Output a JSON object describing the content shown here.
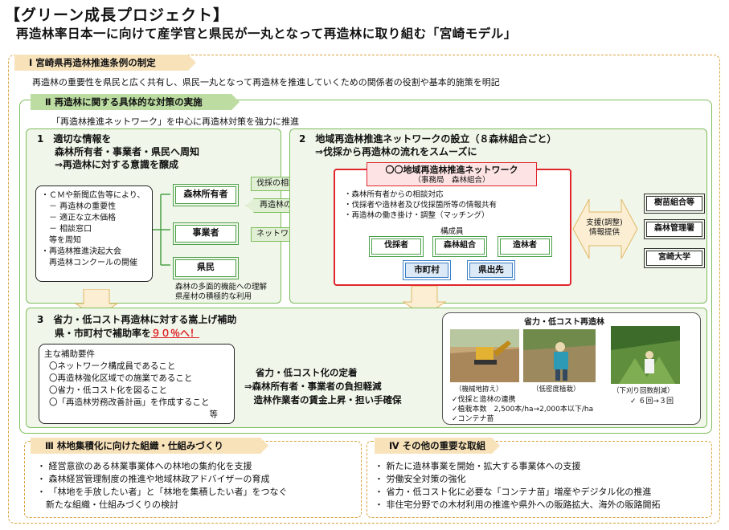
{
  "header": {
    "title": "【グリーン成長プロジェクト】",
    "subtitle": "再造林率日本一に向けて産学官と県民が一丸となって再造林に取り組む「宮崎モデル」"
  },
  "sec1": {
    "tag": "Ⅰ 宮崎県再造林推進条例の制定",
    "desc": "再造林の重要性を県民と広く共有し、県民一丸となって再造林を推進していくための関係者の役割や基本的施策を明記"
  },
  "sec2": {
    "tag": "Ⅱ 再造林に関する具体的な対策の実施",
    "intro": "「再造林推進ネットワーク」を中心に再造林対策を強力に推進",
    "p1": {
      "h1": "1　適切な情報を",
      "h2": "森林所有者・事業者・県民へ周知",
      "h3": "⇒再造林に対する意識を醸成",
      "list": [
        "・ＣＭや新聞広告等により、",
        "　－ 再造林の重要性",
        "　－ 適正な立木価格",
        "　－ 相談窓口",
        "　等を周知",
        "・再造林推進決起大会",
        "　再造林コンクールの開催"
      ],
      "btns": [
        "森林所有者",
        "事業者",
        "県民"
      ],
      "note1": "森林の多面的機能への理解",
      "note2": "県産材の積極的な利用"
    },
    "arrows": {
      "a1": "伐採の相談",
      "a2": "再造林の提案",
      "a3": "ネットワーク参加"
    },
    "p2": {
      "h1": "2　地域再造林推進ネットワークの設立（８森林組合ごと）",
      "h2": "⇒伐採から再造林の流れをスムーズに",
      "net_title": "〇〇地域再造林推進ネットワーク",
      "net_sub": "（事務局　森林組合）",
      "items": [
        "・森林所有者からの相談対応",
        "・伐採者や造林者及び伐採箇所等の情報共有",
        "・再造林の働き掛け・調整（マッチング）"
      ],
      "members_label": "構成員",
      "members": [
        "伐採者",
        "森林組合",
        "造林者"
      ],
      "gov": [
        "市町村",
        "県出先"
      ],
      "support": "支援(調整)",
      "support2": "情報提供",
      "partners": [
        "樹苗組合等",
        "森林管理署",
        "宮崎大学"
      ]
    },
    "p3": {
      "h1": "3　省力・低コスト再造林に対する嵩上げ補助",
      "h2a": "県・市町村で補助率を",
      "h2b": "９０％へ！",
      "req_title": "主な補助要件",
      "reqs": [
        "〇ネットワーク構成員であること",
        "〇再造林強化区域での施業であること",
        "〇省力・低コスト化を図ること",
        "〇「再造林労務改善計画」を作成すること"
      ],
      "req_etc": "等",
      "eff1": "省力・低コスト化の定着",
      "eff2": "⇒森林所有者・事業者の負担軽減",
      "eff3": "　造林作業者の賃金上昇・担い手確保",
      "photo_title": "省力・低コスト再造林",
      "captions": [
        "（機械地拵え）",
        "（低密度植栽）",
        "（下刈り回数削減）"
      ],
      "bul": [
        "✓伐採と造林の連携",
        "✓植栽本数　2,500本/ha→2,000本以下/ha",
        "✓コンテナ苗"
      ],
      "mow": "✓ ６回→３回"
    }
  },
  "sec3": {
    "tag": "Ⅲ 林地集積化に向けた組織・仕組みづくり",
    "items": [
      "・ 経営意欲のある林業事業体への林地の集約化を支援",
      "・ 森林経営管理制度の推進や地域林政アドバイザーの育成",
      "・ 「林地を手放したい者」と「林地を集積したい者」をつなぐ",
      "　新たな組織・仕組みづくりの検討"
    ]
  },
  "sec4": {
    "tag": "Ⅳ その他の重要な取組",
    "items": [
      "・ 新たに造林事業を開始・拡大する事業体への支援",
      "・ 労働安全対策の強化",
      "・ 省力・低コスト化に必要な「コンテナ苗」増産やデジタル化の推進",
      "・ 非住宅分野での木材利用の推進や県外への販路拡大、海外の販路開拓"
    ]
  }
}
